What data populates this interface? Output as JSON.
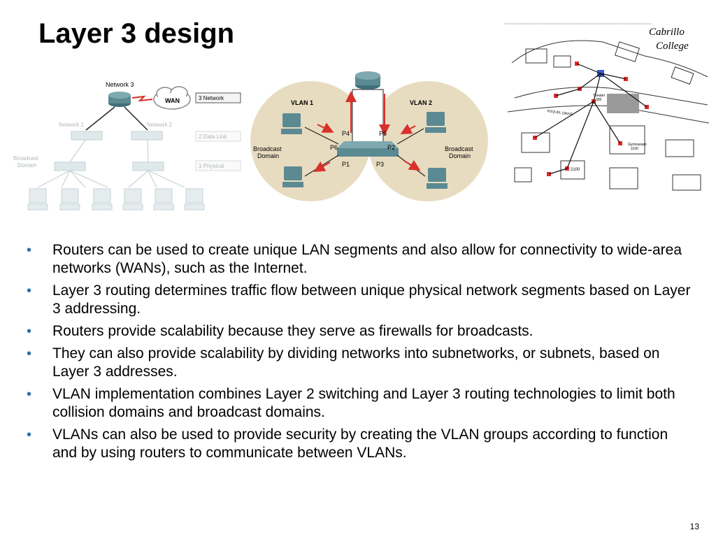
{
  "slide": {
    "title": "Layer 3 design",
    "number": "13",
    "bullets": [
      "Routers can be used to create unique LAN segments and also allow for connectivity to wide-area networks (WANs), such as the Internet.",
      "Layer 3 routing determines traffic flow between unique physical network segments based on Layer 3 addressing.",
      "Routers provide scalability because they serve as firewalls for broadcasts.",
      "They can also provide scalability by dividing networks into subnetworks, or subnets, based on Layer 3 addresses.",
      "VLAN implementation combines Layer 2 switching and Layer 3 routing technologies to limit both collision domains and broadcast domains.",
      "VLANs can also be used to provide security by creating the VLAN groups according to function and by using routers to communicate between VLANs."
    ]
  },
  "diagram_hier": {
    "network3": "Network 3",
    "wan": "WAN",
    "network1": "Network 1",
    "network2": "Network 2",
    "broadcast1": "Broadcast",
    "broadcast2": "Domain",
    "layer3": "3    Network",
    "layer2": "2    Data Link",
    "layer1": "1    Physical"
  },
  "diagram_vlan": {
    "vlan1": "VLAN 1",
    "vlan2": "VLAN 2",
    "bd_left1": "Broadcast",
    "bd_left2": "Domain",
    "bd_right1": "Broadcast",
    "bd_right2": "Domain",
    "p1": "P1",
    "p2": "P2",
    "p3": "P3",
    "p4": "P4",
    "p5": "P5",
    "p6": "P6"
  },
  "map": {
    "logo1": "Cabrillo",
    "logo2": "College",
    "theater": "Theater",
    "theater_num": "300",
    "gym": "Gymnasium",
    "gym_num": "1100",
    "bldg": "2100",
    "road": "SOQUEL DRIVE"
  },
  "colors": {
    "bullet": "#2a6fa8",
    "domain_fill": "#e8dcc0",
    "router": "#5c8a93",
    "arrow": "#d9302b"
  }
}
